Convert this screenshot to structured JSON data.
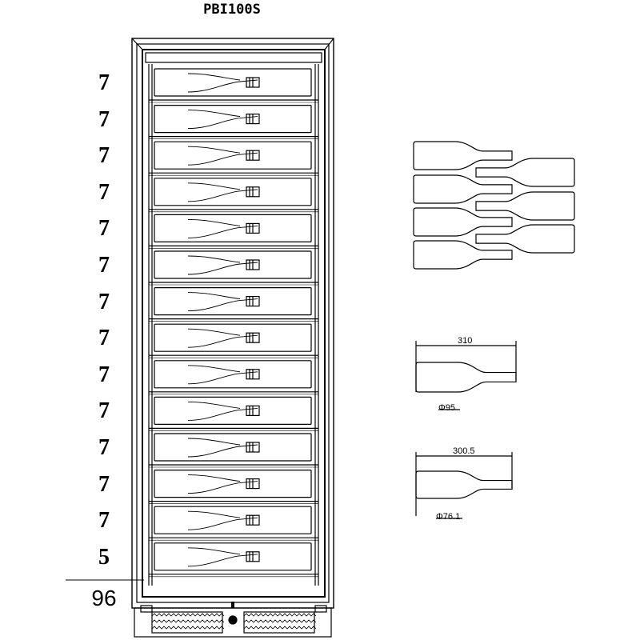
{
  "model": "PBI100S",
  "shelves": [
    {
      "count": "7"
    },
    {
      "count": "7"
    },
    {
      "count": "7"
    },
    {
      "count": "7"
    },
    {
      "count": "7"
    },
    {
      "count": "7"
    },
    {
      "count": "7"
    },
    {
      "count": "7"
    },
    {
      "count": "7"
    },
    {
      "count": "7"
    },
    {
      "count": "7"
    },
    {
      "count": "7"
    },
    {
      "count": "7"
    },
    {
      "count": "5"
    }
  ],
  "total": "96",
  "bottle_large": {
    "length": "310",
    "diameter": "Φ95"
  },
  "bottle_small": {
    "length": "300.5",
    "diameter": "Φ76.1"
  }
}
